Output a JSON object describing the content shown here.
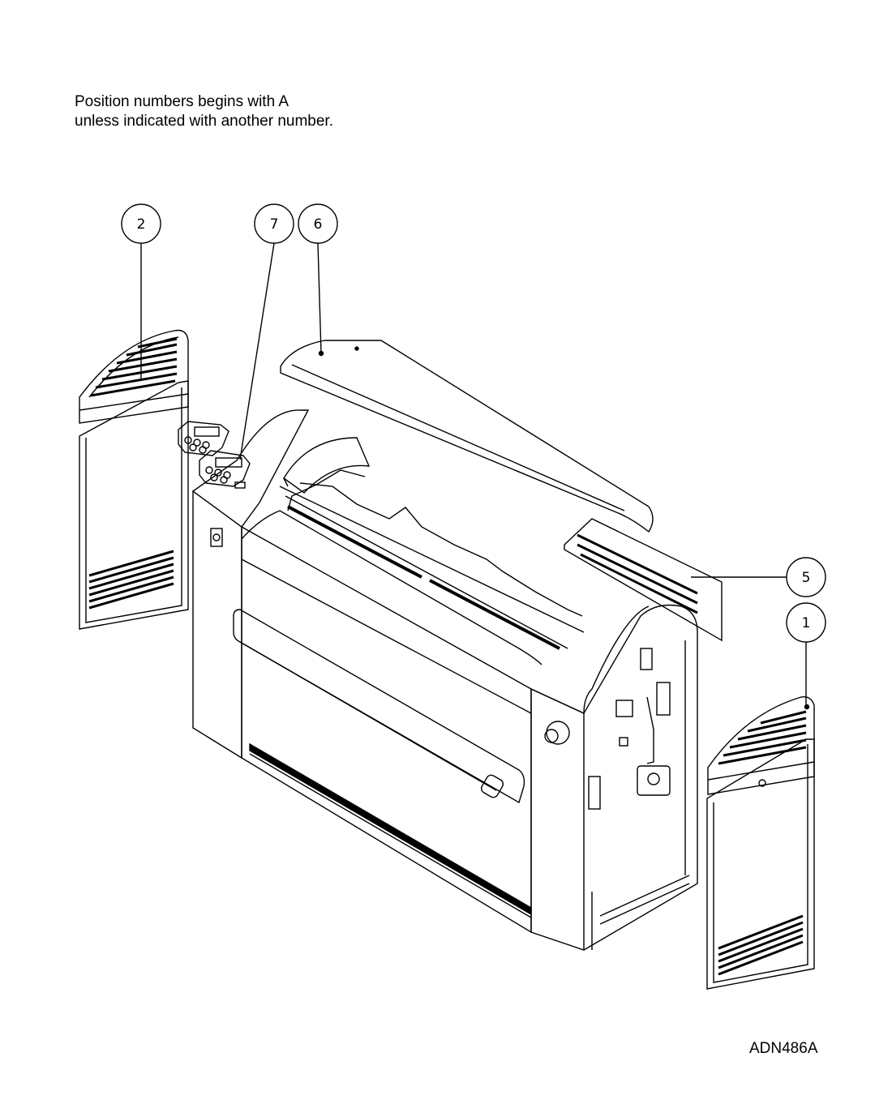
{
  "note": {
    "line1": "Position numbers begins with A",
    "line2": "unless indicated with another number."
  },
  "drawing_code": "ADN486A",
  "callouts": {
    "c1": "1",
    "c2": "2",
    "c5": "5",
    "c6": "6",
    "c7": "7"
  }
}
